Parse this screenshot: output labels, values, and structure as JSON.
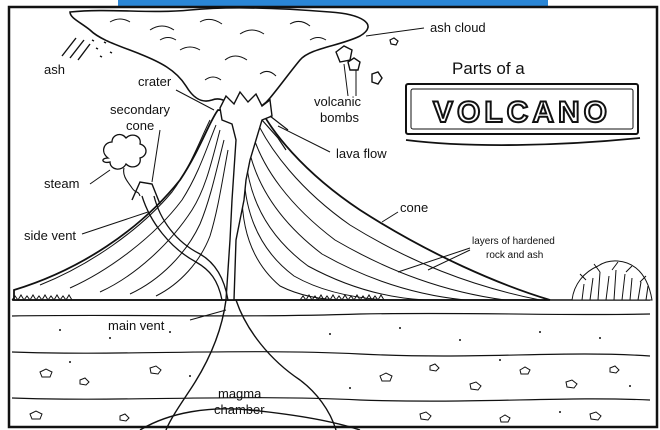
{
  "title": {
    "line1": "Parts of a",
    "line2": "VOLCANO"
  },
  "labels": {
    "ash_cloud": "ash cloud",
    "ash": "ash",
    "crater": "crater",
    "secondary_cone_1": "secondary",
    "secondary_cone_2": "cone",
    "volcanic_bombs_1": "volcanic",
    "volcanic_bombs_2": "bombs",
    "lava_flow": "lava flow",
    "steam": "steam",
    "side_vent": "side vent",
    "cone": "cone",
    "layers_1": "layers of hardened",
    "layers_2": "rock and ash",
    "main_vent": "main vent",
    "magma_chamber_1": "magma",
    "magma_chamber_2": "chamber"
  },
  "colors": {
    "ink": "#111111",
    "paper": "#ffffff",
    "top_bar": "#2a86d6"
  }
}
